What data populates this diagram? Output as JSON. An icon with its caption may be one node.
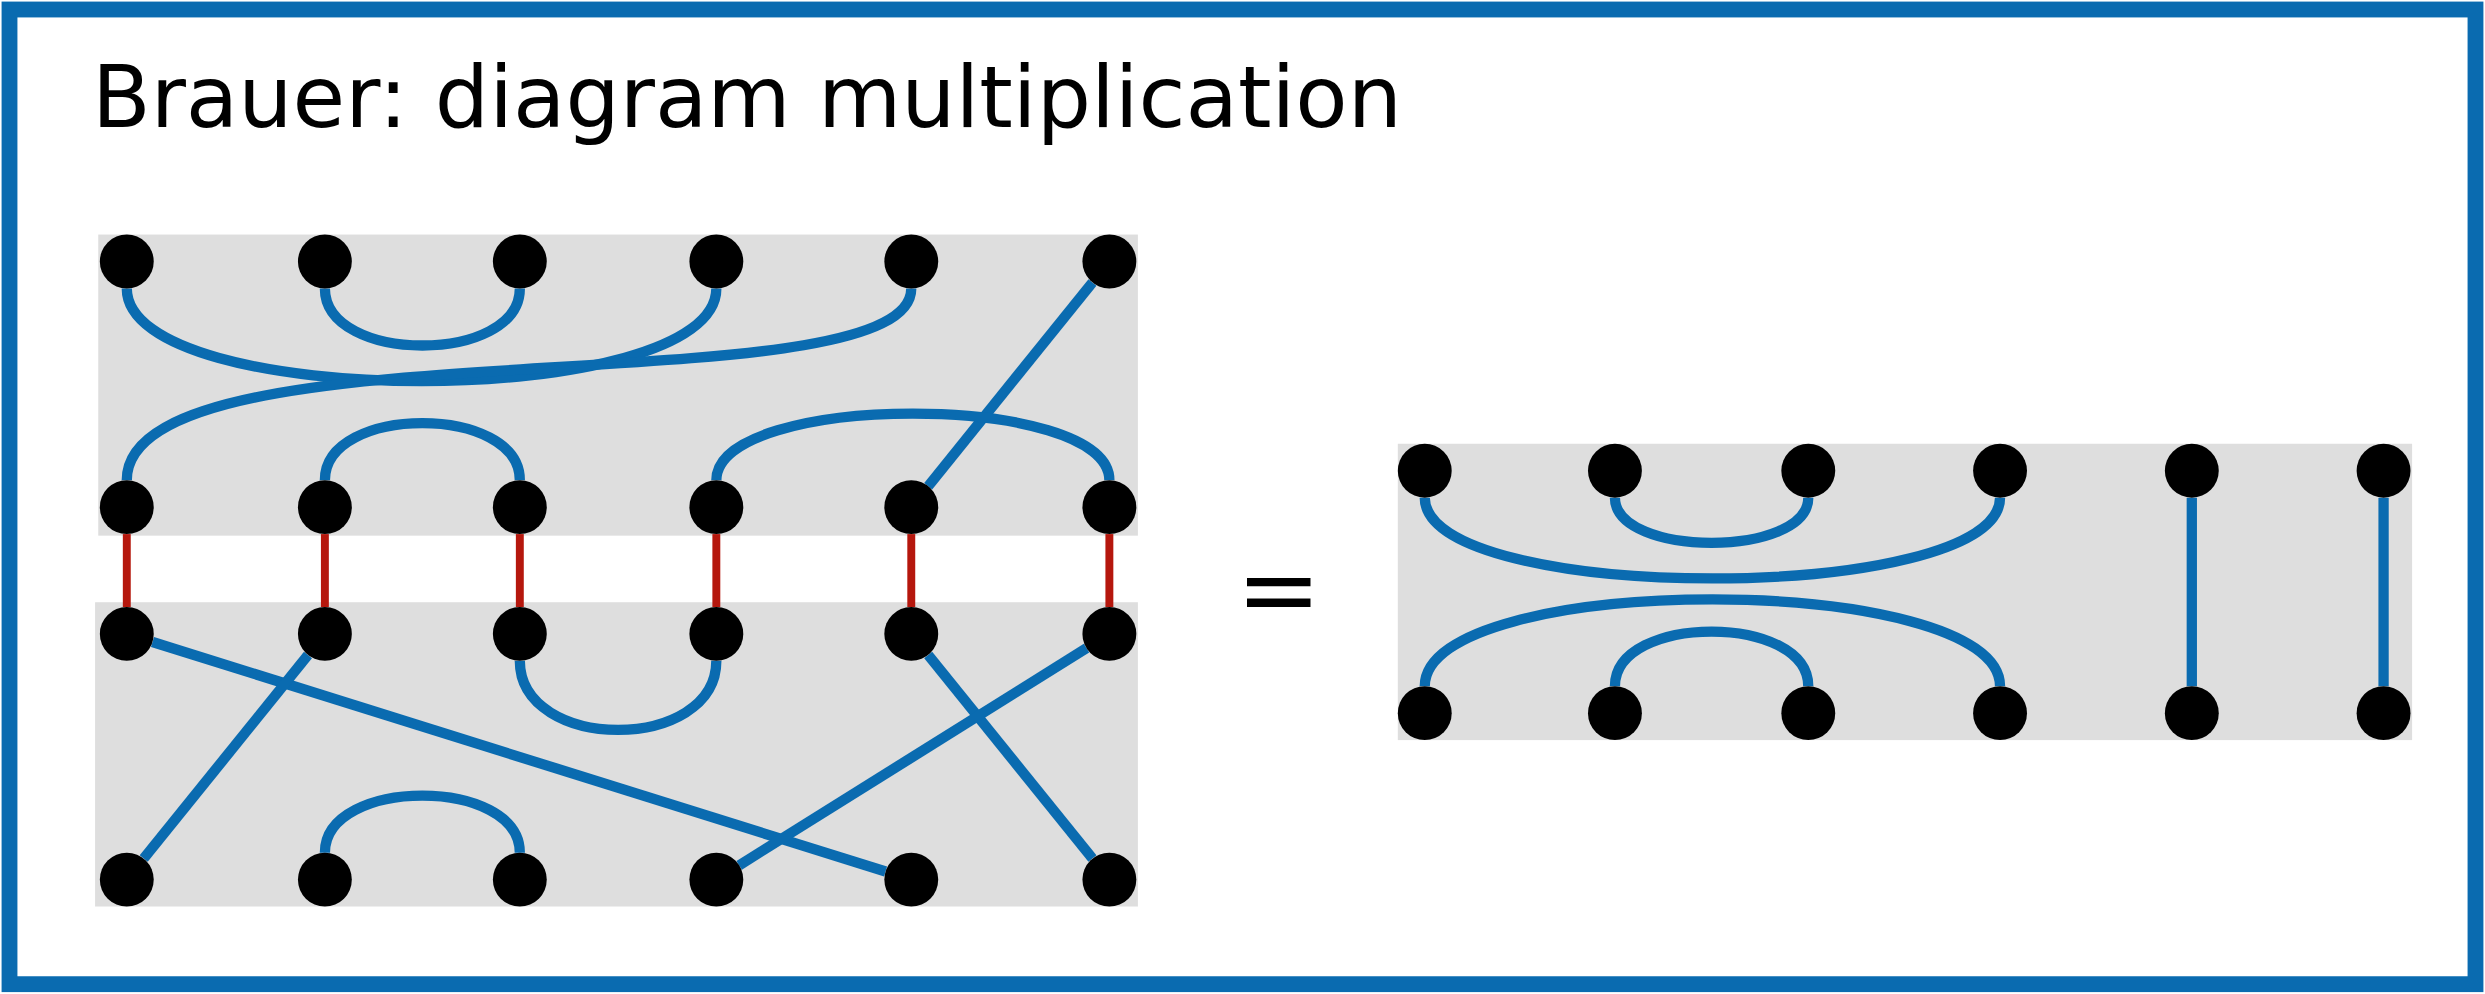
{
  "diagram": {
    "title": "Brauer: diagram multiplication",
    "nodes": [
      {
        "text": [],
        "shape": "circle"
      },
      {
        "text": [],
        "shape": "circle"
      },
      {
        "text": [],
        "shape": "circle"
      },
      {
        "text": [],
        "shape": "circle"
      },
      {
        "text": [],
        "shape": "circle"
      },
      {
        "text": [],
        "shape": "circle"
      },
      {
        "text": [],
        "shape": "circle"
      },
      {
        "text": [],
        "shape": "circle"
      },
      {
        "text": [],
        "shape": "circle"
      },
      {
        "text": [],
        "shape": "circle"
      },
      {
        "text": [],
        "shape": "circle"
      },
      {
        "text": [],
        "shape": "circle"
      },
      {
        "text": [],
        "shape": "circle"
      },
      {
        "text": [],
        "shape": "circle"
      },
      {
        "text": [],
        "shape": "circle"
      },
      {
        "text": [],
        "shape": "circle"
      },
      {
        "text": [],
        "shape": "circle"
      },
      {
        "text": [],
        "shape": "circle"
      },
      {
        "text": [],
        "shape": "circle"
      },
      {
        "text": [],
        "shape": "circle"
      },
      {
        "text": [],
        "shape": "circle"
      },
      {
        "text": [],
        "shape": "circle"
      },
      {
        "text": [],
        "shape": "circle"
      },
      {
        "text": [],
        "shape": "circle"
      },
      {
        "text": [],
        "shape": "circle"
      },
      {
        "text": [],
        "shape": "circle"
      },
      {
        "text": [],
        "shape": "circle"
      },
      {
        "text": [],
        "shape": "circle"
      },
      {
        "text": [],
        "shape": "circle"
      },
      {
        "text": [],
        "shape": "circle"
      },
      {
        "text": [],
        "shape": "circle"
      },
      {
        "text": [],
        "shape": "circle"
      },
      {
        "text": [],
        "shape": "circle"
      },
      {
        "text": [],
        "shape": "circle"
      },
      {
        "text": [],
        "shape": "circle"
      },
      {
        "text": [],
        "shape": "circle"
      }
    ],
    "edges": [
      {
        "from": 0,
        "to": 3,
        "arrow": "none"
      },
      {
        "from": 1,
        "to": 2,
        "arrow": "none"
      },
      {
        "from": 4,
        "to": 6,
        "arrow": "none"
      },
      {
        "from": 5,
        "to": 10,
        "arrow": "none"
      },
      {
        "from": 7,
        "to": 8,
        "arrow": "none"
      },
      {
        "from": 9,
        "to": 11,
        "arrow": "none"
      },
      {
        "from": 6,
        "to": 12,
        "arrow": "none",
        "color": "#b5170d"
      },
      {
        "from": 7,
        "to": 13,
        "arrow": "none",
        "color": "#b5170d"
      },
      {
        "from": 8,
        "to": 14,
        "arrow": "none",
        "color": "#b5170d"
      },
      {
        "from": 9,
        "to": 15,
        "arrow": "none",
        "color": "#b5170d"
      },
      {
        "from": 10,
        "to": 16,
        "arrow": "none",
        "color": "#b5170d"
      },
      {
        "from": 11,
        "to": 17,
        "arrow": "none",
        "color": "#b5170d"
      },
      {
        "from": 12,
        "to": 22,
        "arrow": "none"
      },
      {
        "from": 13,
        "to": 18,
        "arrow": "none"
      },
      {
        "from": 14,
        "to": 15,
        "arrow": "none"
      },
      {
        "from": 16,
        "to": 23,
        "arrow": "none"
      },
      {
        "from": 17,
        "to": 21,
        "arrow": "none"
      },
      {
        "from": 19,
        "to": 20,
        "arrow": "none"
      },
      {
        "from": 24,
        "to": 27,
        "arrow": "none"
      },
      {
        "from": 25,
        "to": 26,
        "arrow": "none"
      },
      {
        "from": 30,
        "to": 33,
        "arrow": "none"
      },
      {
        "from": 31,
        "to": 32,
        "arrow": "none"
      },
      {
        "from": 28,
        "to": 34,
        "arrow": "none"
      },
      {
        "from": 29,
        "to": 35,
        "arrow": "none"
      }
    ],
    "labels": [
      "="
    ]
  }
}
